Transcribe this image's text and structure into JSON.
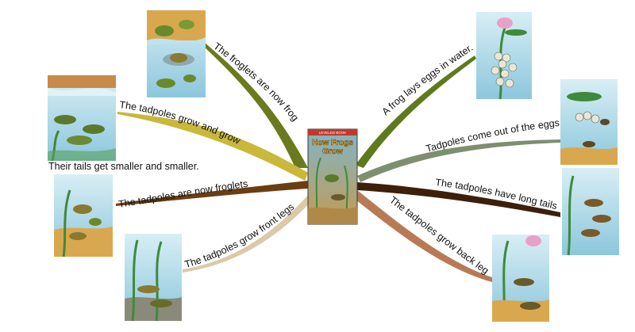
{
  "central": {
    "series": "LEVELED BOOK",
    "title_line1": "How Frogs",
    "title_line2": "Grow"
  },
  "branches": [
    {
      "label": "The froglets are now frogs.",
      "color": "#6b7a1f"
    },
    {
      "label": "The tadpoles grow and grow.",
      "color": "#c9b83a"
    },
    {
      "label": "The tadpoles are now froglets.",
      "color": "#6a3e12"
    },
    {
      "label": "The tadpoles grow front legs.",
      "color": "#d9caa8"
    },
    {
      "label": "A frog lays eggs in water.",
      "color": "#5f7a1c"
    },
    {
      "label": "Tadpoles come out of the eggs.",
      "color": "#7e8f6e"
    },
    {
      "label": "The tadpoles have long tails.",
      "color": "#3d1f0c"
    },
    {
      "label": "The tadpoles grow back legs.",
      "color": "#b87a55"
    }
  ],
  "extra_caption": "Their tails get smaller and smaller.",
  "colors": {
    "water": "#a9d8e8",
    "sand": "#d9a84e",
    "plant": "#3f8a3a",
    "frog": "#6a8a2a",
    "lily": "#e9a0c8",
    "book_bg": "#2a5a6a",
    "book_band": "#c0392b"
  },
  "icons": [
    "egg-clump-icon",
    "tadpole-icon",
    "frog-icon",
    "lily-flower-icon",
    "water-plant-icon"
  ]
}
